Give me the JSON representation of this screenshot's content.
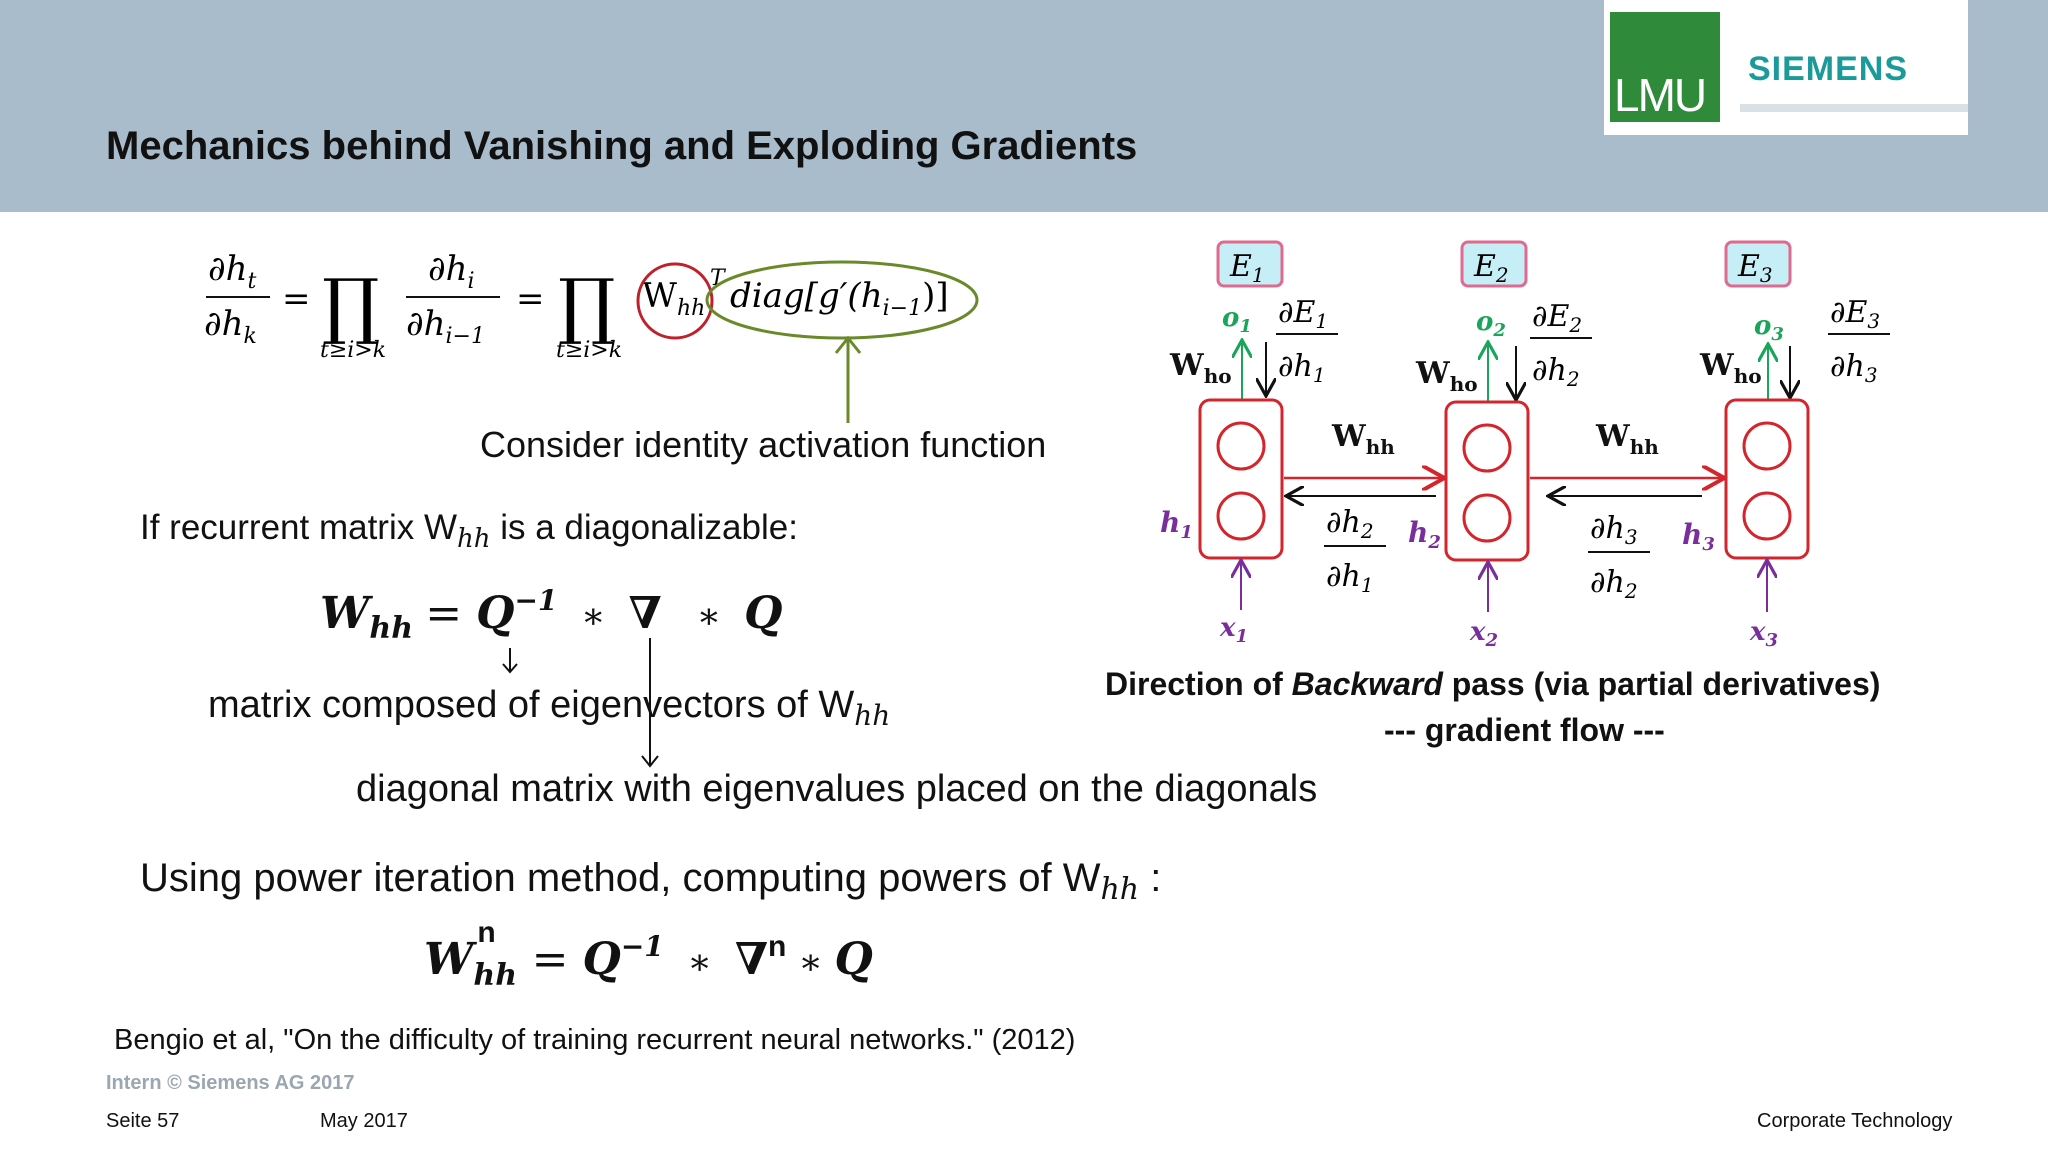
{
  "header": {
    "title": "Mechanics behind Vanishing and Exploding Gradients",
    "lmu_logo": "LMU",
    "siemens_logo": "SIEMENS"
  },
  "equations": {
    "main_lhs": "∂h_t / ∂h_k = ∏_{t≥i>k} ∂h_i / ∂h_{i−1} = ∏_{t≥i>k} W_hh^T diag[g′(h_{i−1})]",
    "prod_index": "t≥i>k",
    "whh_label": "Whh",
    "diag_label": "diag[g′(hi−1)]",
    "decomposition": "Whh = Q−1 ∗ ∇ ∗ Q",
    "power": "Whhn = Q−1 ∗ ∇n ∗ Q"
  },
  "annotations": {
    "identity": "Consider identity activation function",
    "diagonalizable": "If recurrent matrix Whh is a diagonalizable:",
    "eigvec": "matrix composed of eigenvectors of Whh",
    "eigval": "diagonal matrix with eigenvalues placed on the diagonals",
    "power_iter": "Using power iteration method, computing powers of Whh :",
    "citation": "Bengio et al, \"On the difficulty of training recurrent neural networks.\" (2012)"
  },
  "diagram": {
    "errors": [
      "E1",
      "E2",
      "E3"
    ],
    "outputs": [
      "o1",
      "o2",
      "o3"
    ],
    "hidden": [
      "h1",
      "h2",
      "h3"
    ],
    "inputs": [
      "x1",
      "x2",
      "x3"
    ],
    "who": "Who",
    "whh": "Whh",
    "caption_pre": "Direction of ",
    "caption_em": "Backward",
    "caption_post": " pass (via partial derivatives)",
    "caption2": "--- gradient flow ---",
    "colors": {
      "error_box": "#c5eef7",
      "error_border": "#e06a8f",
      "node": "#d4252d",
      "output": "#19a55a",
      "hidden": "#7a2e9c",
      "input": "#7a2e9c",
      "ellipse": "#6a8a2a"
    }
  },
  "footer": {
    "intern": "Intern © Siemens AG 2017",
    "page": "Seite 57",
    "date": "May 2017",
    "dept": "Corporate Technology"
  }
}
